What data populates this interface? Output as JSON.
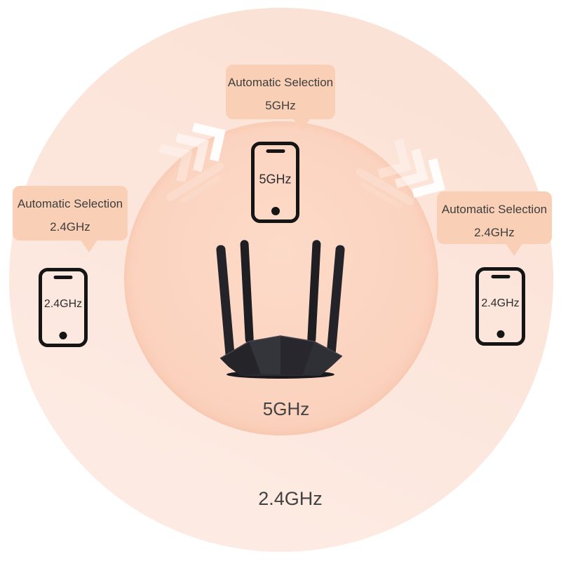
{
  "colors": {
    "page_bg": "#ffffff",
    "outer_band": "#fce5db",
    "inner_band": "#fbd4c0",
    "bubble": "#f9d0b6",
    "bubble_text": "#3e3e3e",
    "band_label_text": "#424242",
    "phone_outline": "#151515",
    "chevron": "#ffffff"
  },
  "bands": {
    "inner": {
      "label": "5GHz"
    },
    "outer": {
      "label": "2.4GHz"
    }
  },
  "callouts": {
    "top": {
      "line1": "Automatic Selection",
      "line2": "5GHz"
    },
    "left": {
      "line1": "Automatic Selection",
      "line2": "2.4GHz"
    },
    "right": {
      "line1": "Automatic Selection",
      "line2": "2.4GHz"
    }
  },
  "devices": {
    "top_phone": {
      "label": "5GHz"
    },
    "left_phone": {
      "label": "2.4GHz"
    },
    "right_phone": {
      "label": "2.4GHz"
    }
  },
  "icons": {
    "chevrons_left": "triple-chevron-toward-upper-right",
    "chevrons_right": "triple-chevron-toward-lower-right",
    "router": "four-antenna-wifi-router",
    "phone": "smartphone-outline"
  }
}
